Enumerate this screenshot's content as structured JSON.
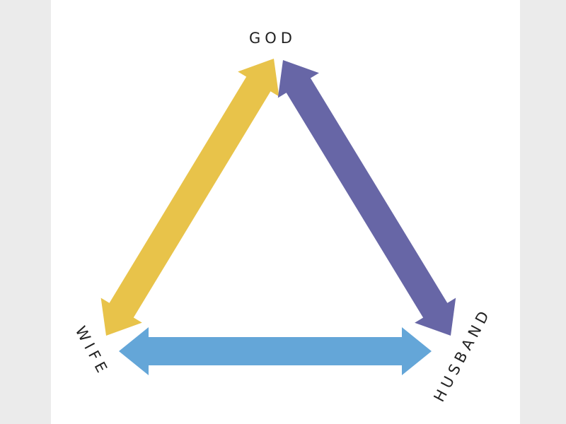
{
  "labels": {
    "top": "GOD",
    "left": "WIFE",
    "right": "HUSBAND"
  },
  "arrows": [
    {
      "name": "god-wife-arrow",
      "color": "#e8c34a"
    },
    {
      "name": "god-husband-arrow",
      "color": "#6766a6"
    },
    {
      "name": "wife-husband-arrow",
      "color": "#64a6d8"
    }
  ]
}
